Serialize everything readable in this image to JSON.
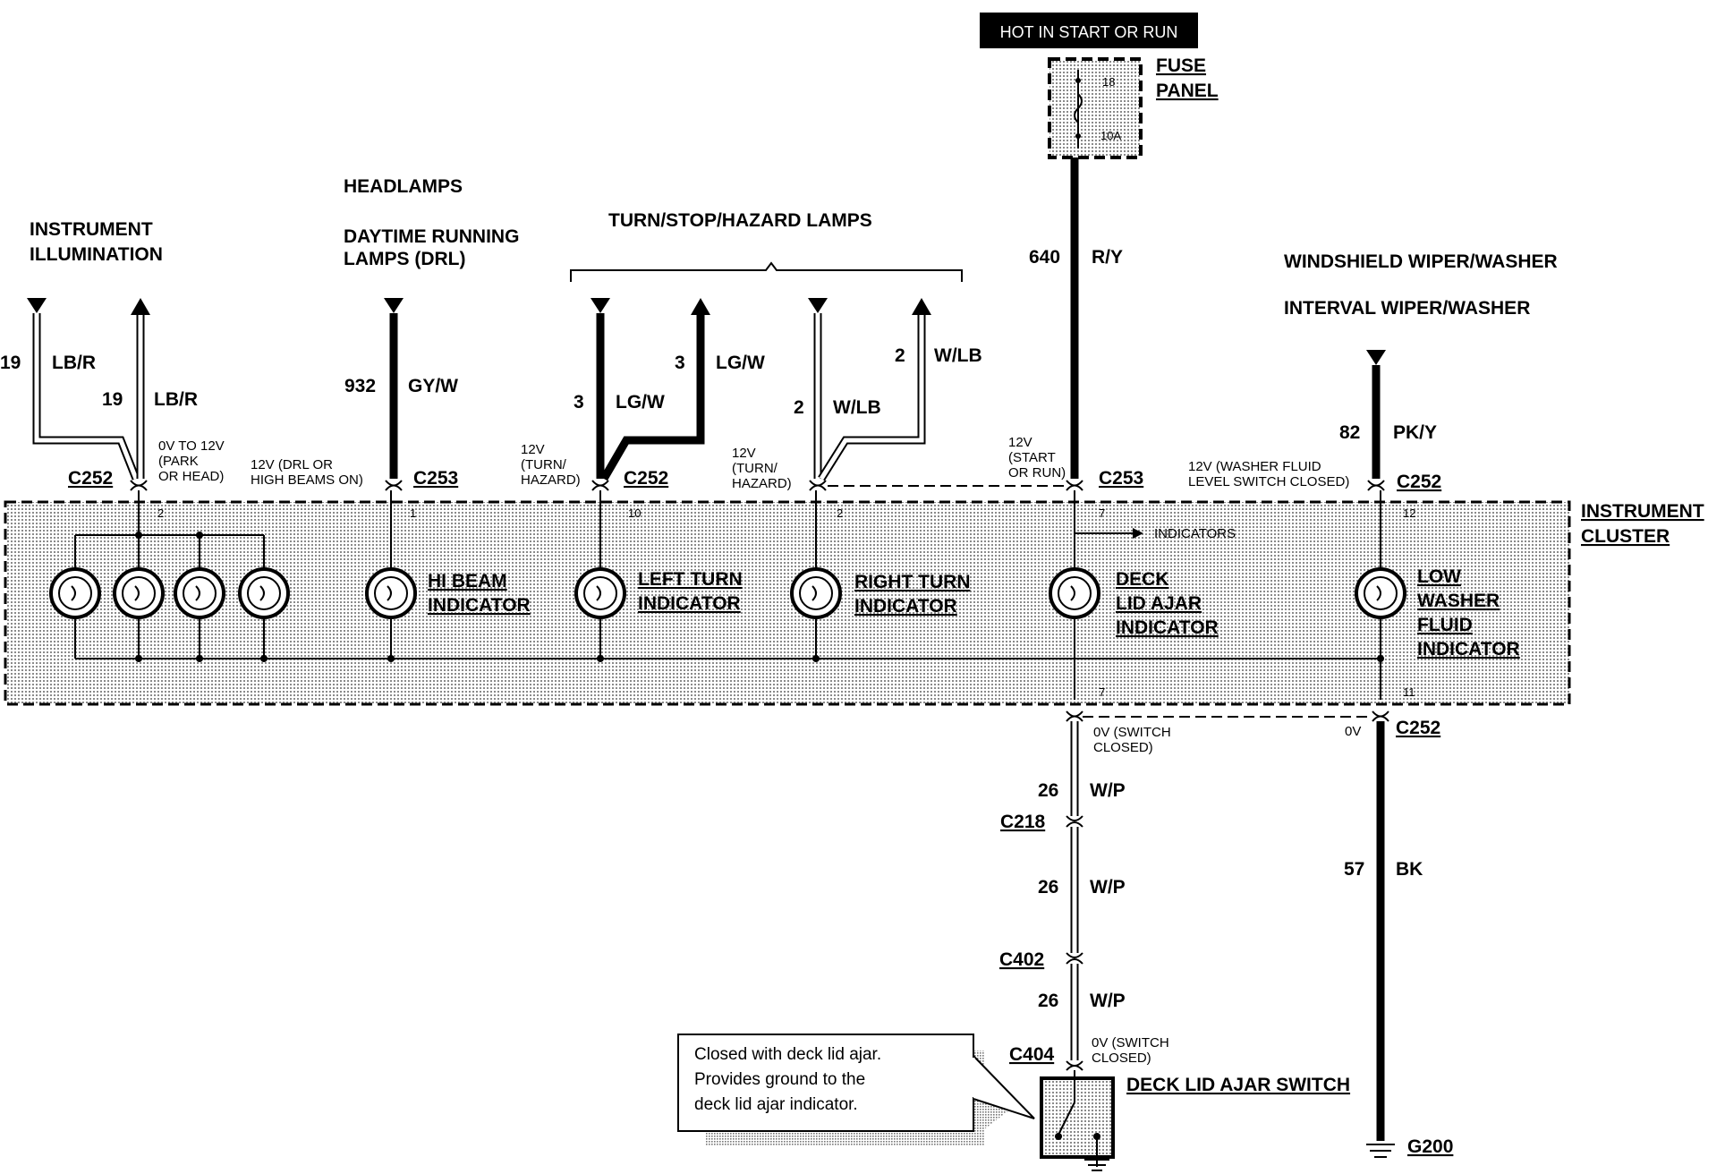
{
  "power_source": "HOT IN START OR RUN",
  "fuse_panel": {
    "label_line1": "FUSE",
    "label_line2": "PANEL",
    "fuse_number": "18",
    "fuse_rating": "10A"
  },
  "instrument_cluster": {
    "label_line1": "INSTRUMENT",
    "label_line2": "CLUSTER"
  },
  "circuits": {
    "instrument_illumination": {
      "title_line1": "INSTRUMENT",
      "title_line2": "ILLUMINATION",
      "wire_left": {
        "number": "19",
        "color": "LB/R"
      },
      "wire_right": {
        "number": "19",
        "color": "LB/R"
      },
      "voltage_line1": "0V TO 12V",
      "voltage_line2": "(PARK",
      "voltage_line3": "OR HEAD)",
      "connector": "C252",
      "pin": "2"
    },
    "hi_beam": {
      "title1": "HEADLAMPS",
      "title2_line1": "DAYTIME RUNNING",
      "title2_line2": "LAMPS (DRL)",
      "wire": {
        "number": "932",
        "color": "GY/W"
      },
      "voltage_line1": "12V (DRL OR",
      "voltage_line2": "HIGH BEAMS ON)",
      "connector": "C253",
      "pin": "1",
      "indicator_line1": "HI BEAM",
      "indicator_line2": "INDICATOR"
    },
    "turn_group_title": "TURN/STOP/HAZARD LAMPS",
    "left_turn": {
      "wire_in": {
        "number": "3",
        "color": "LG/W"
      },
      "wire_out": {
        "number": "3",
        "color": "LG/W"
      },
      "voltage_line1": "12V",
      "voltage_line2": "(TURN/",
      "voltage_line3": "HAZARD)",
      "connector": "C252",
      "pin": "10",
      "indicator_line1": "LEFT TURN",
      "indicator_line2": "INDICATOR"
    },
    "right_turn": {
      "wire_in": {
        "number": "2",
        "color": "W/LB"
      },
      "wire_out": {
        "number": "2",
        "color": "W/LB"
      },
      "voltage_line1": "12V",
      "voltage_line2": "(TURN/",
      "voltage_line3": "HAZARD)",
      "connector": "",
      "pin": "2",
      "indicator_line1": "RIGHT TURN",
      "indicator_line2": "INDICATOR"
    },
    "deck_lid": {
      "wire": {
        "number": "640",
        "color": "R/Y"
      },
      "voltage_line1": "12V",
      "voltage_line2": "(START",
      "voltage_line3": "OR RUN)",
      "connector": "C253",
      "pin_top": "7",
      "pin_bottom": "7",
      "indicators_label": "INDICATORS",
      "indicator_line1": "DECK",
      "indicator_line2": "LID AJAR",
      "indicator_line3": "INDICATOR",
      "lower_voltage_line1": "0V  (SWITCH",
      "lower_voltage_line2": "CLOSED)",
      "lower_wire_1": {
        "number": "26",
        "color": "W/P"
      },
      "connector_c218": "C218",
      "lower_wire_2": {
        "number": "26",
        "color": "W/P"
      },
      "connector_c402": "C402",
      "lower_wire_3": {
        "number": "26",
        "color": "W/P"
      },
      "connector_c404": "C404",
      "switch_voltage_line1": "0V  (SWITCH",
      "switch_voltage_line2": "CLOSED)",
      "switch_label": "DECK LID AJAR SWITCH",
      "note_line1": "Closed with deck lid ajar.",
      "note_line2": "Provides ground to the",
      "note_line3": "deck lid ajar indicator."
    },
    "washer": {
      "title1": "WINDSHIELD WIPER/WASHER",
      "title2": "INTERVAL WIPER/WASHER",
      "wire": {
        "number": "82",
        "color": "PK/Y"
      },
      "voltage_line1": "12V (WASHER FLUID",
      "voltage_line2": "LEVEL SWITCH  CLOSED)",
      "connector": "C252",
      "pin_top": "12",
      "pin_bottom": "11",
      "indicator_line1": "LOW",
      "indicator_line2": "WASHER",
      "indicator_line3": "FLUID",
      "indicator_line4": "INDICATOR",
      "lower_voltage": "0V",
      "lower_connector": "C252",
      "ground_wire": {
        "number": "57",
        "color": "BK"
      },
      "ground": "G200"
    }
  }
}
